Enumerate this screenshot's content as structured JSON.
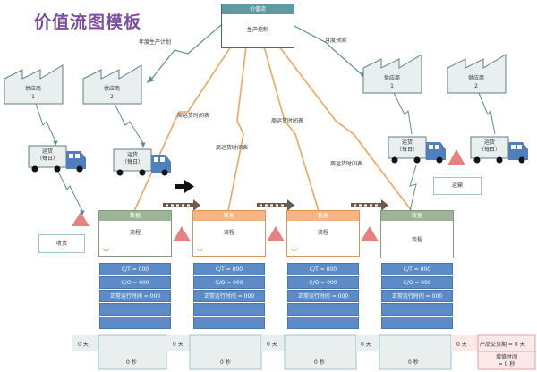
{
  "title": "价值流图模板",
  "control": {
    "header": "价值流",
    "body": "生产控制"
  },
  "flow_labels": {
    "monthly_plan": "年度生产计划",
    "forecast": "月度预测"
  },
  "suppliers_left": [
    {
      "name": "供应商",
      "num": "1"
    },
    {
      "name": "供应商",
      "num": "2"
    }
  ],
  "suppliers_right": [
    {
      "name": "供应商",
      "num": "1"
    },
    {
      "name": "供应商",
      "num": "2"
    }
  ],
  "trucks": [
    {
      "line1": "运货",
      "line2": "（每日）"
    },
    {
      "line1": "运货",
      "line2": "（每日）"
    },
    {
      "line1": "运货",
      "line2": "（每日）"
    },
    {
      "line1": "运货",
      "line2": "（每日）"
    }
  ],
  "schedule_labels": [
    "周运货时间表",
    "周运货时间表",
    "周运货时间表",
    "周运货时间表"
  ],
  "receiving_box": "收货",
  "shipping_box": "运输",
  "processes": [
    {
      "header": "数据",
      "body": "流程",
      "color": "green"
    },
    {
      "header": "数据",
      "body": "流程",
      "color": "orange"
    },
    {
      "header": "数据",
      "body": "流程",
      "color": "orange"
    },
    {
      "header": "数据",
      "body": "流程",
      "color": "green"
    }
  ],
  "data_boxes": [
    {
      "rows": [
        "C/T = 000",
        "C/O = 000",
        "正常运行时间 = 000",
        "",
        ""
      ]
    },
    {
      "rows": [
        "C/T = 000",
        "C/O = 000",
        "正常运行时间 = 000",
        "",
        ""
      ]
    },
    {
      "rows": [
        "C/T = 000",
        "C/O = 000",
        "正常运行时间 = 000",
        "",
        ""
      ]
    },
    {
      "rows": [
        "C/T = 000",
        "C/O = 000",
        "正常运行时间 = 000",
        "",
        ""
      ]
    }
  ],
  "timeline": {
    "days": [
      "0 天",
      "0 天",
      "0 天",
      "0 天",
      "0 天"
    ],
    "seconds": [
      "0 秒",
      "0 秒",
      "0 秒",
      "0 秒"
    ],
    "lead_time": "产品交货期 = 0 天",
    "process_time_line1": "增值时间",
    "process_time_line2": "= 0 秒"
  },
  "colors": {
    "title": "#7a4fa0",
    "electronic_flow": "#f5a55a",
    "manual_flow": "#5e8f96",
    "inventory": "#e88080",
    "data_box": "#5b8cc7",
    "push_arrow": "#6b5a50"
  }
}
